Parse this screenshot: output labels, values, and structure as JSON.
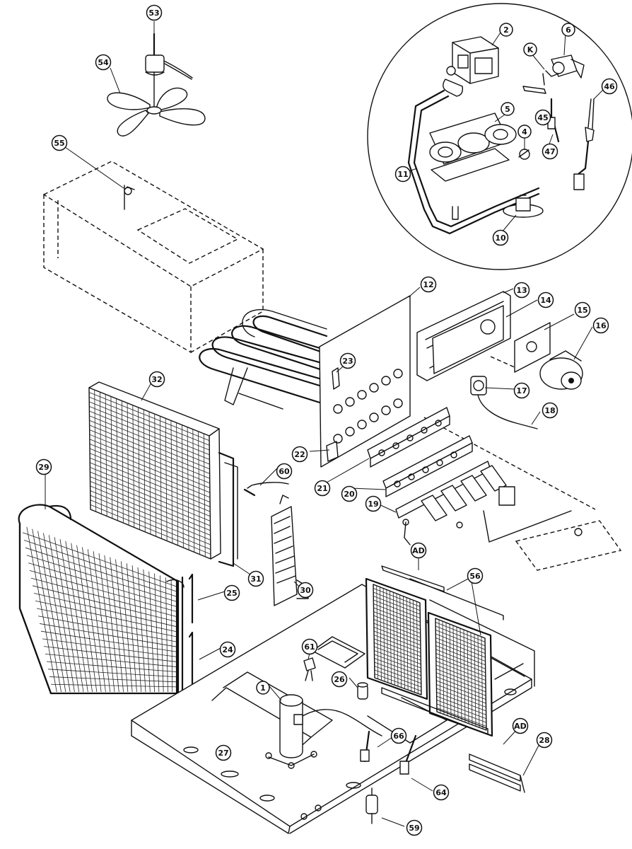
{
  "diagram": {
    "callouts": [
      {
        "id": "c53",
        "label": "53"
      },
      {
        "id": "c54",
        "label": "54"
      },
      {
        "id": "c55",
        "label": "55"
      },
      {
        "id": "c2",
        "label": "2"
      },
      {
        "id": "c6",
        "label": "6"
      },
      {
        "id": "cK",
        "label": "K"
      },
      {
        "id": "c46",
        "label": "46"
      },
      {
        "id": "c5",
        "label": "5"
      },
      {
        "id": "c45",
        "label": "45"
      },
      {
        "id": "c4",
        "label": "4"
      },
      {
        "id": "c47",
        "label": "47"
      },
      {
        "id": "c11",
        "label": "11"
      },
      {
        "id": "c10",
        "label": "10"
      },
      {
        "id": "c12",
        "label": "12"
      },
      {
        "id": "c13",
        "label": "13"
      },
      {
        "id": "c14",
        "label": "14"
      },
      {
        "id": "c15",
        "label": "15"
      },
      {
        "id": "c16",
        "label": "16"
      },
      {
        "id": "c17",
        "label": "17"
      },
      {
        "id": "c18",
        "label": "18"
      },
      {
        "id": "c23",
        "label": "23"
      },
      {
        "id": "c22",
        "label": "22"
      },
      {
        "id": "c21",
        "label": "21"
      },
      {
        "id": "c20",
        "label": "20"
      },
      {
        "id": "c19",
        "label": "19"
      },
      {
        "id": "c32",
        "label": "32"
      },
      {
        "id": "c29",
        "label": "29"
      },
      {
        "id": "c60",
        "label": "60"
      },
      {
        "id": "c31",
        "label": "31"
      },
      {
        "id": "c30",
        "label": "30"
      },
      {
        "id": "c25",
        "label": "25"
      },
      {
        "id": "c24",
        "label": "24"
      },
      {
        "id": "cAD1",
        "label": "AD"
      },
      {
        "id": "c56",
        "label": "56"
      },
      {
        "id": "c61",
        "label": "61"
      },
      {
        "id": "c26a",
        "label": "26"
      },
      {
        "id": "c1",
        "label": "1"
      },
      {
        "id": "c66",
        "label": "66"
      },
      {
        "id": "c27",
        "label": "27"
      },
      {
        "id": "cAD2",
        "label": "AD"
      },
      {
        "id": "c28",
        "label": "28"
      },
      {
        "id": "c64",
        "label": "64"
      },
      {
        "id": "c59",
        "label": "59"
      }
    ]
  }
}
